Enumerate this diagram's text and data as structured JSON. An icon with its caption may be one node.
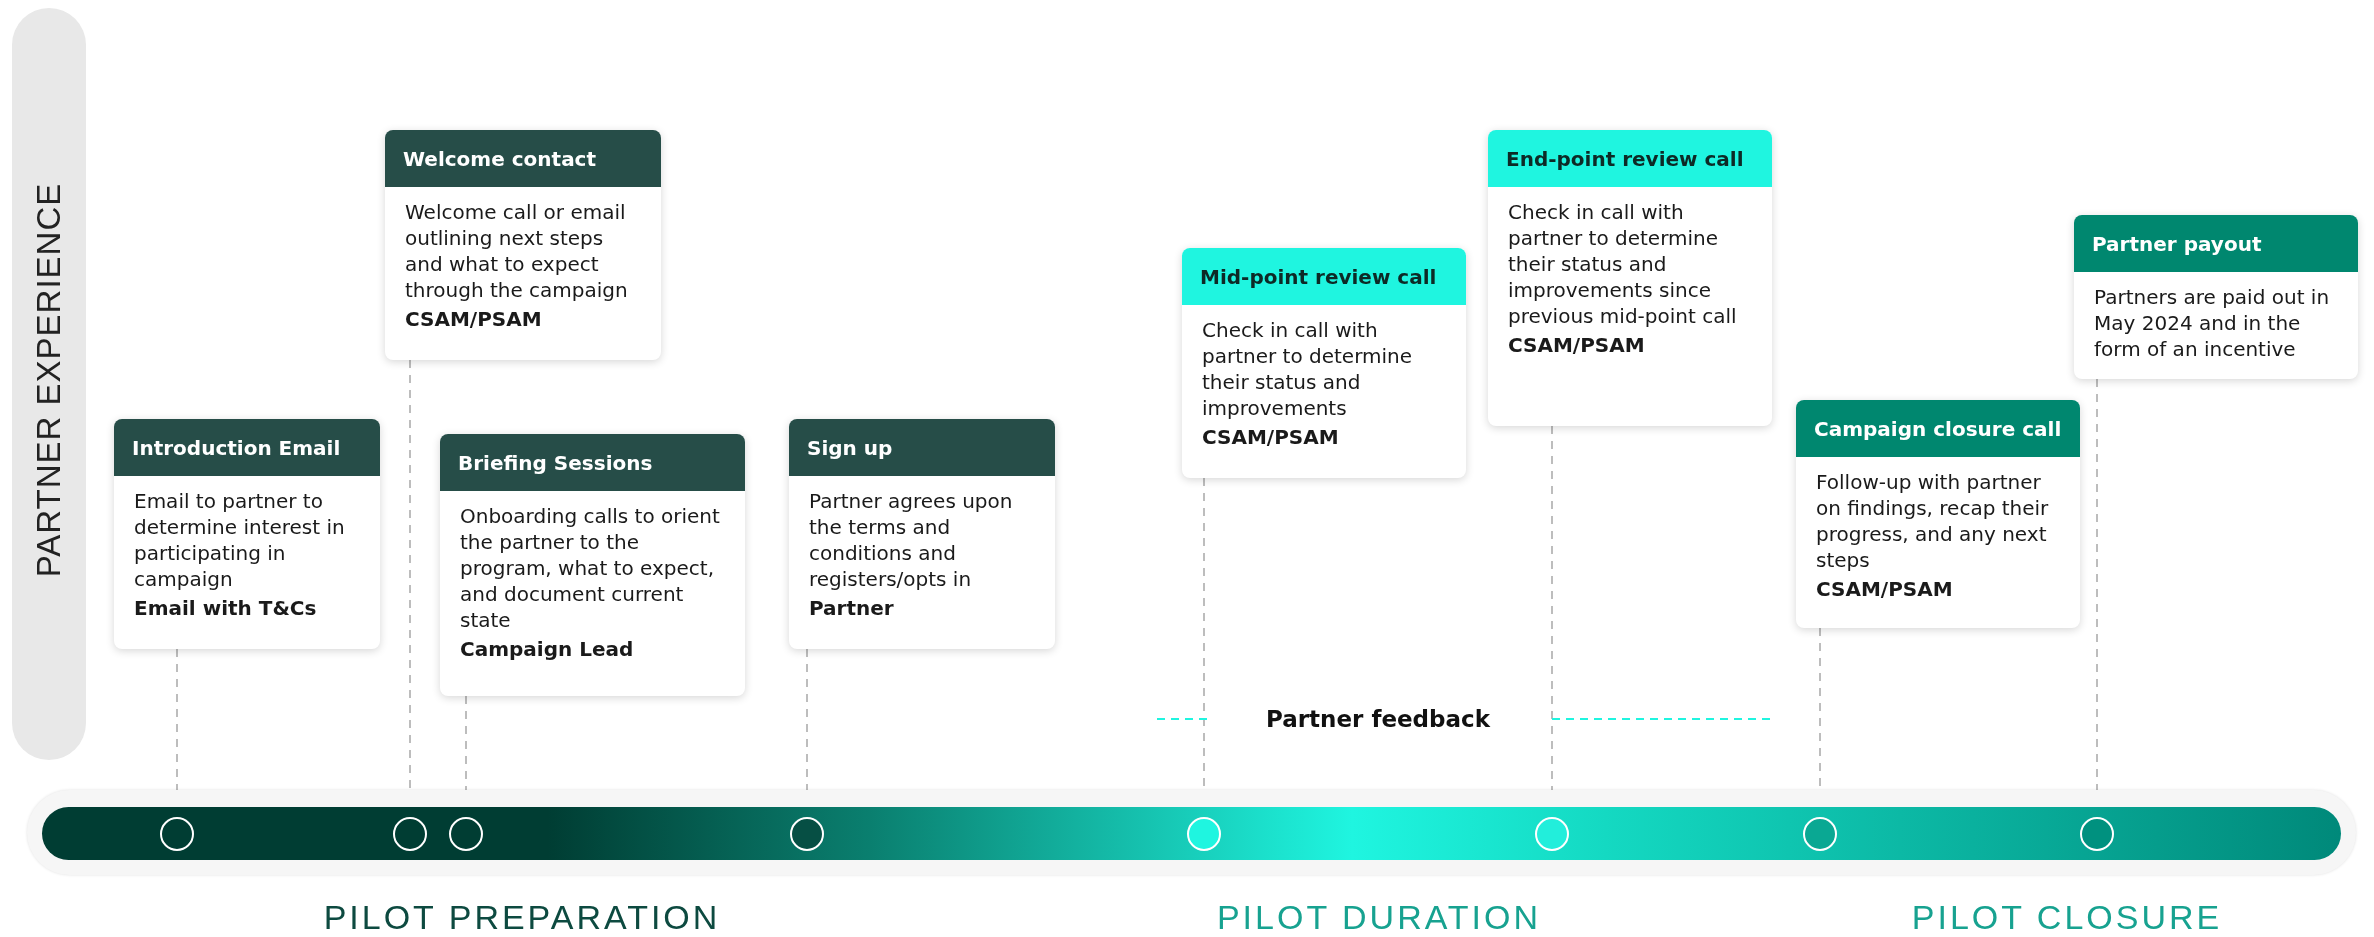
{
  "diagram": {
    "nodes": [
      {
        "text": [
          "Introduction Email",
          "Email to partner to determine interest in participating in campaign",
          "Email with T&Cs"
        ]
      },
      {
        "text": [
          "Welcome contact",
          "Welcome call or email outlining next steps and what to expect through the campaign",
          "CSAM/PSAM"
        ]
      },
      {
        "text": [
          "Briefing Sessions",
          "Onboarding calls to orient the partner to the program, what to expect, and document current state",
          "Campaign Lead"
        ]
      },
      {
        "text": [
          "Sign up",
          "Partner agrees upon the terms and conditions and registers/opts in",
          "Partner"
        ]
      },
      {
        "text": [
          "Mid-point review call",
          "Check in call with partner to determine their status and improvements",
          "CSAM/PSAM"
        ]
      },
      {
        "text": [
          "End-point review call",
          "Check in call with partner to determine their status and improvements since previous mid-point call",
          "CSAM/PSAM"
        ]
      },
      {
        "text": [
          "Campaign closure call",
          "Follow-up with partner on findings, recap their progress, and any next steps",
          "CSAM/PSAM"
        ]
      },
      {
        "text": [
          "Partner payout",
          "Partners are paid out in May 2024 and in the form of an incentive"
        ]
      },
      {
        "text": [],
        "shape": "circle"
      },
      {
        "text": [],
        "shape": "circle"
      },
      {
        "text": [],
        "shape": "circle"
      },
      {
        "text": [],
        "shape": "circle"
      },
      {
        "text": [],
        "shape": "circle"
      },
      {
        "text": [],
        "shape": "circle"
      },
      {
        "text": [],
        "shape": "circle"
      },
      {
        "text": [],
        "shape": "circle"
      }
    ],
    "edges": [
      {
        "from": 0,
        "to": 8,
        "arrow": "none",
        "style": "dashed"
      },
      {
        "from": 1,
        "to": 9,
        "arrow": "none",
        "style": "dashed"
      },
      {
        "from": 2,
        "to": 10,
        "arrow": "none",
        "style": "dashed"
      },
      {
        "from": 3,
        "to": 11,
        "arrow": "none",
        "style": "dashed"
      },
      {
        "from": 4,
        "to": 12,
        "arrow": "none",
        "style": "dashed"
      },
      {
        "from": 5,
        "to": 13,
        "arrow": "none",
        "style": "dashed"
      },
      {
        "from": 6,
        "to": 14,
        "arrow": "none",
        "style": "dashed"
      },
      {
        "from": 7,
        "to": 15,
        "arrow": "none",
        "style": "dashed"
      }
    ],
    "labels": [
      "PARTNER EXPERIENCE",
      "Partner feedback",
      "PILOT PREPARATION",
      "PILOT DURATION",
      "PILOT CLOSURE"
    ]
  }
}
